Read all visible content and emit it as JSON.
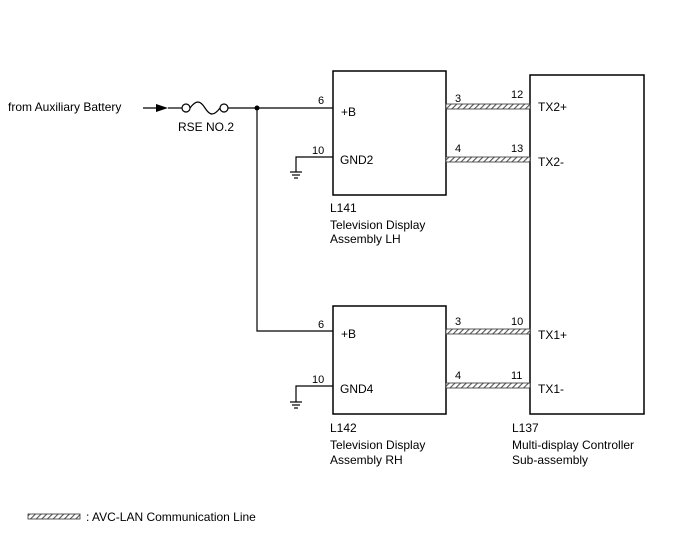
{
  "source": {
    "label": "from Auxiliary Battery"
  },
  "fuse": {
    "label": "RSE NO.2"
  },
  "display_lh": {
    "code": "L141",
    "name_line1": "Television Display",
    "name_line2": "Assembly LH",
    "pins": {
      "b_plus_num": "6",
      "b_plus_name": "+B",
      "gnd_num": "10",
      "gnd_name": "GND2",
      "tx_pos_num": "3",
      "tx_neg_num": "4"
    }
  },
  "display_rh": {
    "code": "L142",
    "name_line1": "Television Display",
    "name_line2": "Assembly RH",
    "pins": {
      "b_plus_num": "6",
      "b_plus_name": "+B",
      "gnd_num": "10",
      "gnd_name": "GND4",
      "tx_pos_num": "3",
      "tx_neg_num": "4"
    }
  },
  "controller": {
    "code": "L137",
    "name_line1": "Multi-display Controller",
    "name_line2": "Sub-assembly",
    "pins": {
      "tx2_pos_num": "12",
      "tx2_pos_name": "TX2+",
      "tx2_neg_num": "13",
      "tx2_neg_name": "TX2-",
      "tx1_pos_num": "10",
      "tx1_pos_name": "TX1+",
      "tx1_neg_num": "11",
      "tx1_neg_name": "TX1-"
    }
  },
  "legend": {
    "label": ": AVC-LAN Communication Line"
  }
}
